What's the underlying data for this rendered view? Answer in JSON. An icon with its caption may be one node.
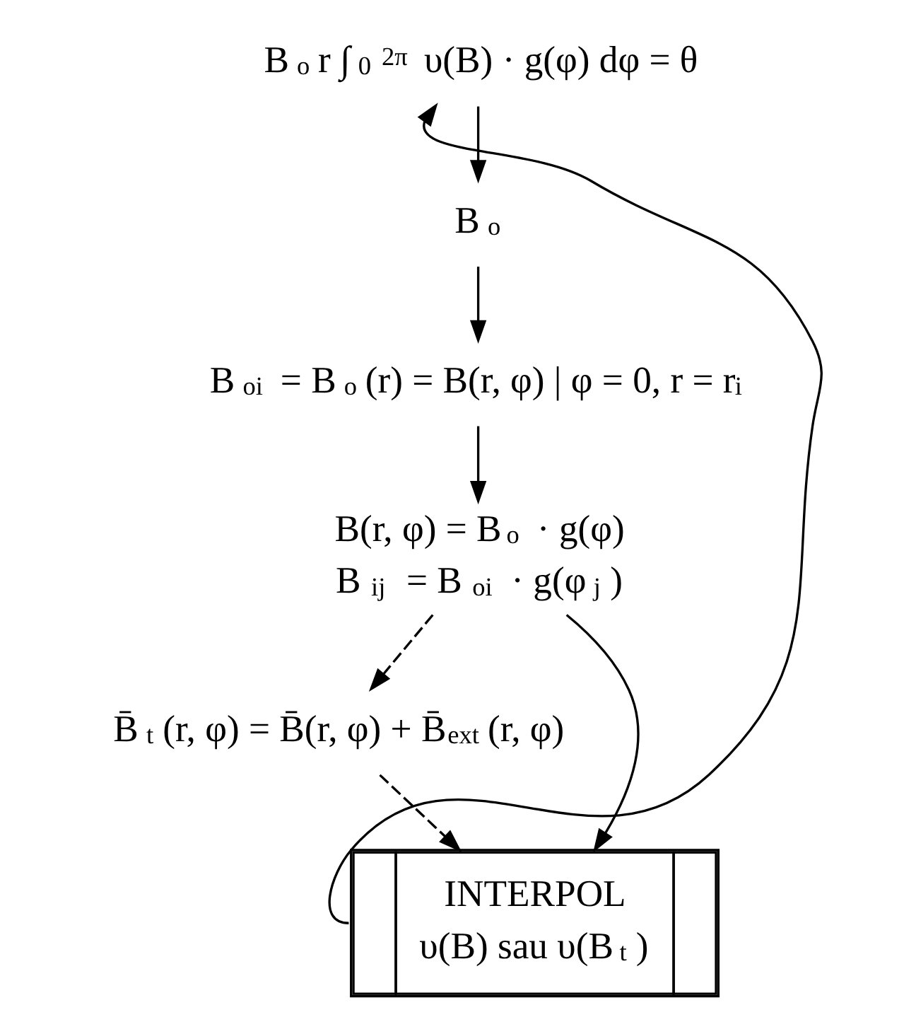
{
  "diagram": {
    "nodes": [
      {
        "text": [
          "B$_{o}$r ∫$_{0}$$^{2π}$ υ(B) · g(φ) dφ = θ"
        ]
      },
      {
        "text": [
          "B$_{o}$"
        ]
      },
      {
        "text": [
          "B$_{oi}$ = B$_{o}$(r) = B(r, φ) | φ = 0, r = r$_{i}$"
        ]
      },
      {
        "text": [
          "B(r, φ) = B$_{o}$ · g(φ)",
          "B$_{ij}$ = B$_{oi}$ · g(φ$_{j}$)"
        ]
      },
      {
        "text": [
          "B̄$_{t}$(r, φ) = B̄(r, φ) + B̄$_{ext}$(r, φ)"
        ]
      },
      {
        "text": [
          "INTERPOL",
          "υ(B) sau υ(B$_{t}$)"
        ]
      }
    ],
    "edges": [
      {
        "from": 0,
        "to": 1,
        "arrow": "to"
      },
      {
        "from": 1,
        "to": 2,
        "arrow": "to"
      },
      {
        "from": 2,
        "to": 3,
        "arrow": "to"
      },
      {
        "from": 3,
        "to": 5,
        "arrow": "to"
      },
      {
        "from": 3,
        "to": 4,
        "arrow": "to",
        "style": "dashed"
      },
      {
        "from": 4,
        "to": 5,
        "arrow": "to",
        "style": "dashed"
      },
      {
        "from": 5,
        "to": 0,
        "arrow": "to"
      }
    ]
  }
}
